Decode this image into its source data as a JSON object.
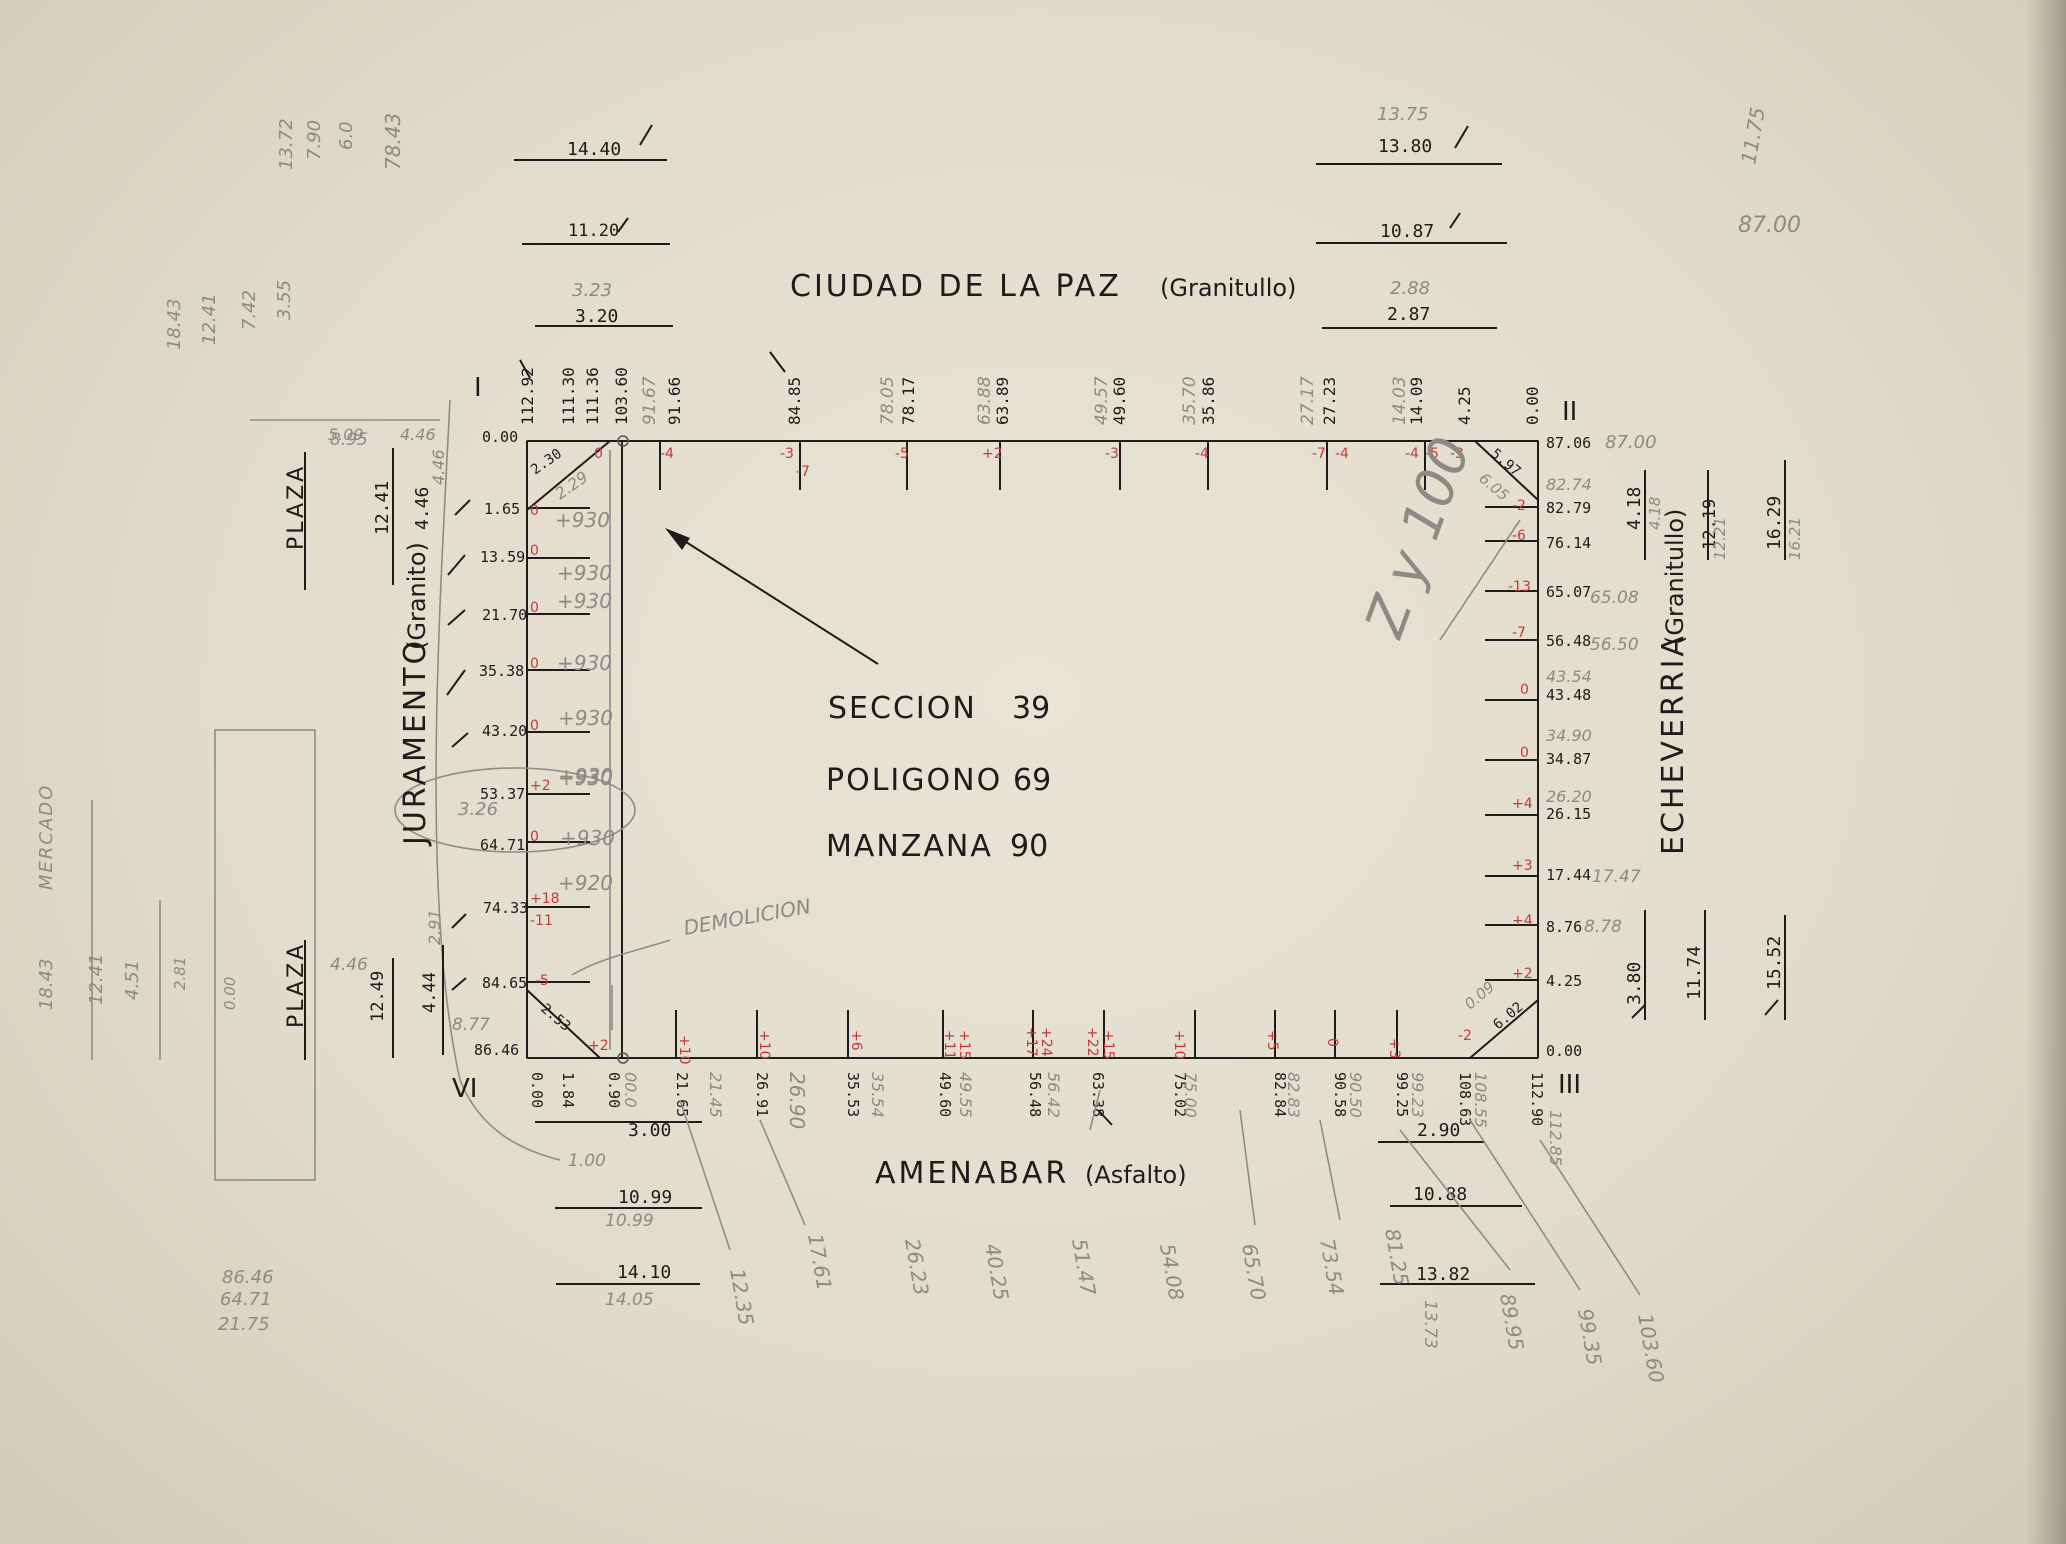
{
  "streets": {
    "north": {
      "name": "CIUDAD DE LA PAZ",
      "surface": "(Granitullo)"
    },
    "south": {
      "name": "AMENABAR",
      "surface": "(Asfalto)"
    },
    "west": {
      "name": "JURAMENTO",
      "surface": "(Granito)"
    },
    "east": {
      "name": "ECHEVERRIA",
      "surface": "(Granitullo)"
    }
  },
  "block_info": {
    "seccion": "SECCION",
    "seccion_num": "39",
    "poligono": "POLIGONO",
    "poligono_num": "69",
    "manzana": "MANZANA",
    "manzana_num": "90"
  },
  "corners": {
    "c1": "I",
    "c2": "II",
    "c3": "III",
    "c6": "VI"
  },
  "plazas": [
    "PLAZA",
    "PLAZA"
  ],
  "demolicion": "DEMOLICION",
  "top_ticks": [
    "112.92",
    "111.30",
    "111.36",
    "103.60",
    "91.66",
    "84.85",
    "78.17",
    "63.89",
    "49.60",
    "35.86",
    "27.23",
    "14.09",
    "4.25",
    "0.00"
  ],
  "top_ticks_pencil": [
    "91.67",
    "78.05",
    "63.88",
    "49.57",
    "35.70",
    "27.17",
    "14.03"
  ],
  "bottom_ticks": [
    "0.00",
    "1.84",
    "0.90",
    "21.65",
    "26.91",
    "35.53",
    "49.60",
    "56.48",
    "63.38",
    "75.02",
    "82.84",
    "90.58",
    "99.25",
    "108.63",
    "112.90"
  ],
  "bottom_ticks_pencil": [
    "00.0",
    "21.45",
    "26.90",
    "35.54",
    "49.55",
    "56.42",
    "75.00",
    "82.83",
    "90.50",
    "99.23",
    "108.55",
    "112.85"
  ],
  "left_ticks": [
    "0.00",
    "1.65",
    "13.59",
    "21.70",
    "35.38",
    "43.20",
    "53.37",
    "64.71",
    "74.33",
    "84.65",
    "86.46"
  ],
  "right_ticks": [
    "87.06",
    "82.79",
    "76.14",
    "65.07",
    "56.48",
    "43.48",
    "34.87",
    "26.15",
    "17.44",
    "8.76",
    "4.25",
    "0.00"
  ],
  "right_ticks_pencil": [
    "87.00",
    "82.74",
    "65.08",
    "56.50",
    "43.54",
    "34.90",
    "26.20",
    "17.47",
    "8.78"
  ],
  "red_marks_top": [
    "0",
    "-4",
    "-3",
    "-7",
    "-5",
    "+2",
    "-3",
    "-4",
    "-7",
    "-4",
    "-4",
    "-5",
    "-3"
  ],
  "red_marks_left": [
    "0",
    "0",
    "0",
    "0",
    "0",
    "+2",
    "0",
    "+18",
    "-11",
    "-5",
    "+2"
  ],
  "red_marks_right": [
    "-2",
    "-6",
    "-13",
    "-7",
    "0",
    "0",
    "+4",
    "+3",
    "+4",
    "+2",
    "-2"
  ],
  "red_marks_bottom": [
    "+10",
    "+10",
    "+6",
    "+11",
    "+15",
    "+17",
    "+24",
    "+22",
    "+15",
    "+10",
    "+5",
    "0",
    "+3"
  ],
  "left_pencil_values": [
    "+930",
    "+930",
    "+930",
    "+930",
    "+930",
    "+930",
    "+930",
    "+930",
    "+920"
  ],
  "corner_diagonals": {
    "nw1": "2.30",
    "nw2": "2.29",
    "ne1": "5.97",
    "ne2": "6.05",
    "sw": "2.53",
    "se": "6.02",
    "se2": "0.09"
  },
  "top_left_stack": [
    "14.40",
    "11.20",
    "3.23",
    "3.20"
  ],
  "top_right_stack": [
    "13.75",
    "13.80",
    "10.87",
    "2.88",
    "2.87"
  ],
  "bottom_left_stack": [
    "3.00",
    "10.99",
    "14.10"
  ],
  "bottom_right_stack": [
    "2.90",
    "10.88",
    "13.82"
  ],
  "bottom_left_pencil": [
    "1.00",
    "10.99",
    "14.05",
    "86.46",
    "64.71",
    "21.75"
  ],
  "bottom_right_pencil": [
    "13.73"
  ],
  "west_side_vals": [
    "12.41",
    "4.46",
    "4.46",
    "12.49",
    "4.44",
    "2.91"
  ],
  "west_pencil": [
    "8.95",
    "8.77",
    "3.26",
    "4.46"
  ],
  "east_side_vals": [
    "4.18",
    "12.19",
    "16.29",
    "3.80",
    "11.74",
    "15.52",
    "4.18",
    "12.21",
    "16.21"
  ],
  "south_fan": [
    "12.35",
    "17.61",
    "26.23",
    "40.25",
    "51.47",
    "54.08",
    "65.70",
    "73.54",
    "81.25",
    "89.95",
    "99.35",
    "103.60"
  ],
  "far_left_pencil": [
    "18.43",
    "12.41",
    "4.51",
    "2.81",
    "0.00",
    "MERCADO"
  ],
  "top_right_corner_pencil": [
    "11.75",
    "87.00"
  ],
  "top_left_corner_pencil": [
    "13.72",
    "7.90",
    "6.0",
    "78.43"
  ],
  "west_top_pencil": [
    "18.43",
    "12.41",
    "7.42",
    "3.55"
  ],
  "east_scribble": "Z y 100",
  "north_pencil_small": [
    "5.09",
    "4.46"
  ]
}
